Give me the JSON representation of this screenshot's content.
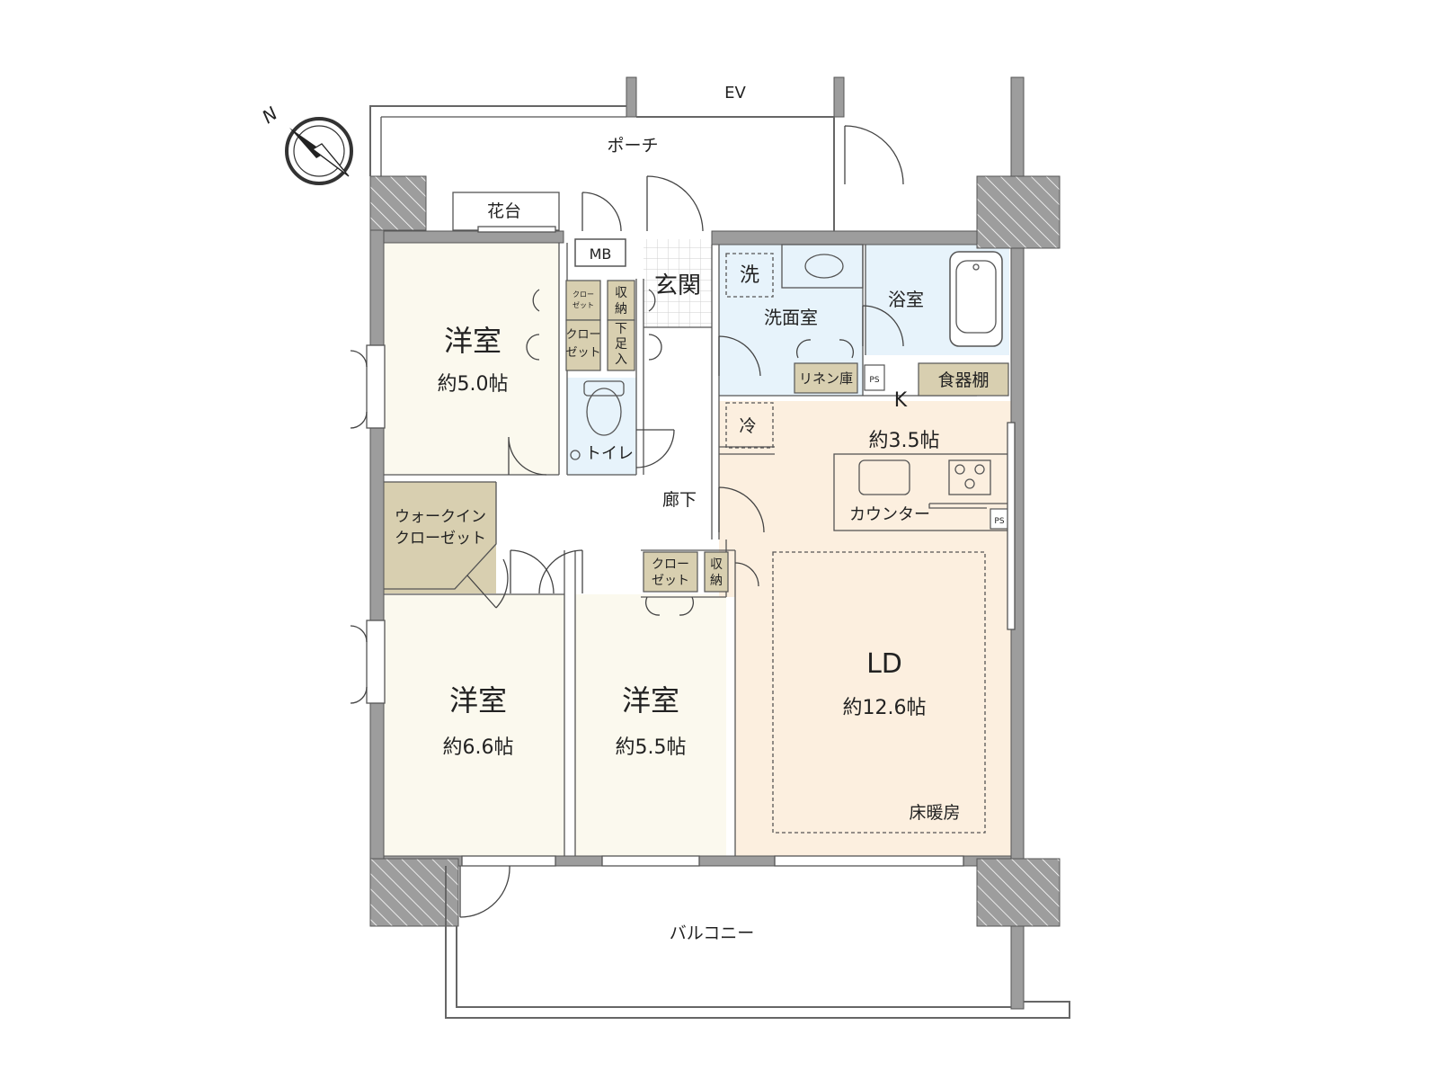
{
  "colors": {
    "western_room": "#fbf9ee",
    "ld_floor": "#fcefdf",
    "wet_area": "#e7f3fb",
    "storage": "#d8cfb0",
    "wall": "#9d9d9d",
    "line": "#555555"
  },
  "compass": {
    "north_label": "N"
  },
  "labels": {
    "ev": "EV",
    "porch": "ポーチ",
    "flower_bed": "花台",
    "mb": "MB",
    "entrance": "玄関",
    "wash_mark": "洗",
    "washroom": "洗面室",
    "bathroom": "浴室",
    "closet_small_1": "クロー",
    "closet_small_2": "ゼット",
    "closet_tall_1": "クロー",
    "closet_tall_2": "ゼット",
    "storage_1": "収",
    "storage_2": "納",
    "shoe_1": "下",
    "shoe_2": "足",
    "shoe_3": "入",
    "toilet": "トイレ",
    "linen": "リネン庫",
    "ps_1": "PS",
    "ps_2": "PS",
    "dish_cabinet": "食器棚",
    "k_letter": "K",
    "k_size": "約3.5帖",
    "fridge": "冷",
    "counter": "カウンター",
    "hallway": "廊下",
    "room1_name": "洋室",
    "room1_size": "約5.0帖",
    "wic_1": "ウォークイン",
    "wic_2": "クローゼット",
    "room2_name": "洋室",
    "room2_size": "約6.6帖",
    "room3_name": "洋室",
    "room3_size": "約5.5帖",
    "closet3_1": "クロー",
    "closet3_2": "ゼット",
    "storage3_1": "収",
    "storage3_2": "納",
    "ld_name": "LD",
    "ld_size": "約12.6帖",
    "floor_heating": "床暖房",
    "balcony": "バルコニー"
  }
}
